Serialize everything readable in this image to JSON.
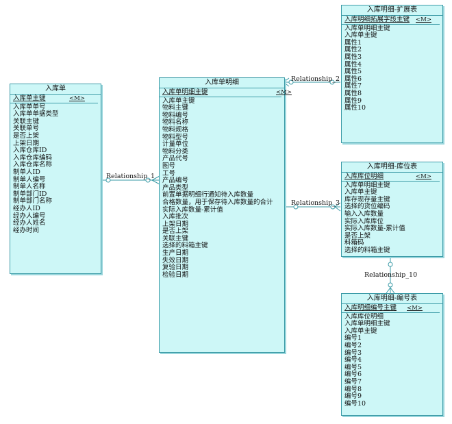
{
  "entities": {
    "rukudan": {
      "title": "入库单",
      "pk": "入库单主键",
      "pk_tag": "<M>",
      "attrs": [
        "入库单单号",
        "入库单单据类型",
        "关联主键",
        "关联单号",
        "是否上架",
        "上架日期",
        "入库仓库ID",
        "入库仓库编码",
        "入库仓库名称",
        "制单人ID",
        "制单人编号",
        "制单人名称",
        "制单部门ID",
        "制单部门名称",
        "经办人ID",
        "经办人编号",
        "经办人姓名",
        "经办时间"
      ]
    },
    "mingxi": {
      "title": "入库单明细",
      "pk": "入库单明细主键",
      "pk_tag": "<M>",
      "attrs": [
        "入库单主键",
        "物料主键",
        "物料编号",
        "物料名称",
        "物料规格",
        "物料型号",
        "计量单位",
        "物料分类",
        "产品代号",
        "图号",
        "工号",
        "产品编号",
        "产品类型",
        "前置单据明细行通知待入库数量",
        "合格数量，用于保存待入库数量的合计",
        "实际入库数量-累计值",
        "入库批次",
        "上架日期",
        "是否上架",
        "关联主键",
        "选择的料箱主键",
        "生产日期",
        "失效日期",
        "复验日期",
        "检验日期"
      ]
    },
    "kuozhan": {
      "title": "入库明细-扩展表",
      "pk": "入库明细拓展字段主键",
      "pk_tag": "<M>",
      "attrs": [
        "入库单明细主键",
        "入库单主键",
        "属性1",
        "属性2",
        "属性3",
        "属性4",
        "属性5",
        "属性6",
        "属性7",
        "属性8",
        "属性9",
        "属性10"
      ]
    },
    "kuwei": {
      "title": "入库明细-库位表",
      "pk": "入库库位明细",
      "pk_tag": "<M>",
      "attrs": [
        "入库单明细主键",
        "入库单主键",
        "库存现存量主键",
        "选择的货位编码",
        "输入入库数量",
        "实际入库库位",
        "实际入库数量-累计值",
        "是否上架",
        "料箱码",
        "选择的料箱主键"
      ]
    },
    "bianhao": {
      "title": "入库明细-编号表",
      "pk": "入库明细编号主键",
      "pk_tag": "<M>",
      "attrs": [
        "入库库位明细",
        "入库单明细主键",
        "入库单主键",
        "编号1",
        "编号2",
        "编号3",
        "编号4",
        "编号5",
        "编号6",
        "编号7",
        "编号8",
        "编号9",
        "编号10"
      ]
    }
  },
  "relationships": {
    "r1": "Relationship_1",
    "r2": "Relationship_2",
    "r3": "Relationship_3",
    "r10": "Relationship_10"
  },
  "colors": {
    "entity_fill": "#cdf7f7",
    "entity_border": "#3a9aa6",
    "line": "#3a9aa6"
  }
}
